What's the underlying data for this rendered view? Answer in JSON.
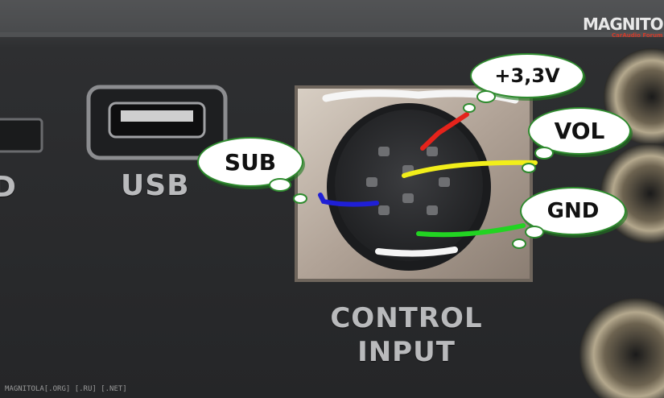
{
  "logo": {
    "name": "MAGNITOLA",
    "tagline": "CarAudio Forum"
  },
  "panel": {
    "usb_label": "USB",
    "partial_label": "D",
    "connector_label_line1": "CONTROL",
    "connector_label_line2": "INPUT"
  },
  "callouts": {
    "v33": "+3,3V",
    "vol": "VOL",
    "sub": "SUB",
    "gnd": "GND"
  },
  "wire_colors": {
    "v33": "#e5231b",
    "vol": "#f2ee1a",
    "sub": "#1f1fd6",
    "gnd": "#22d422"
  },
  "watermark": "MAGNITOLA[.ORG] [.RU] [.NET]"
}
